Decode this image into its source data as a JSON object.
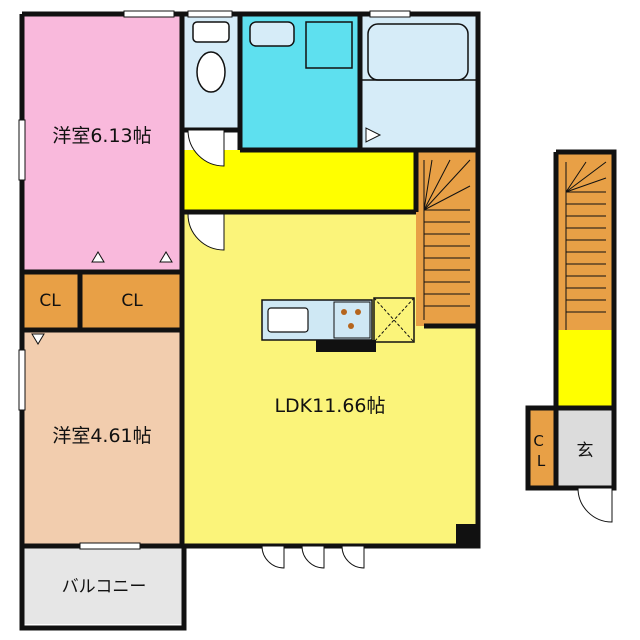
{
  "rooms": {
    "western_room_1": "洋室6.13帖",
    "western_room_2": "洋室4.61帖",
    "ldk": "LDK11.66帖",
    "closet_1": "CL",
    "closet_2": "CL",
    "closet_entrance": "CL",
    "balcony": "バルコニー",
    "entrance": "玄"
  },
  "colors": {
    "wall": "#111111",
    "western_room_1": "#f9b9dc",
    "western_room_2": "#f2cdae",
    "ldk": "#fbf47a",
    "corridor": "#ffff00",
    "bath": "#d6ecf8",
    "washroom": "#5ee0ef",
    "toilet": "#d6ecf8",
    "stairs": "#e8a046",
    "closet": "#e8a046",
    "balcony": "#e6e6e6",
    "entrance": "#dcdcdc",
    "kitchen_counter": "#cfe8f4"
  }
}
